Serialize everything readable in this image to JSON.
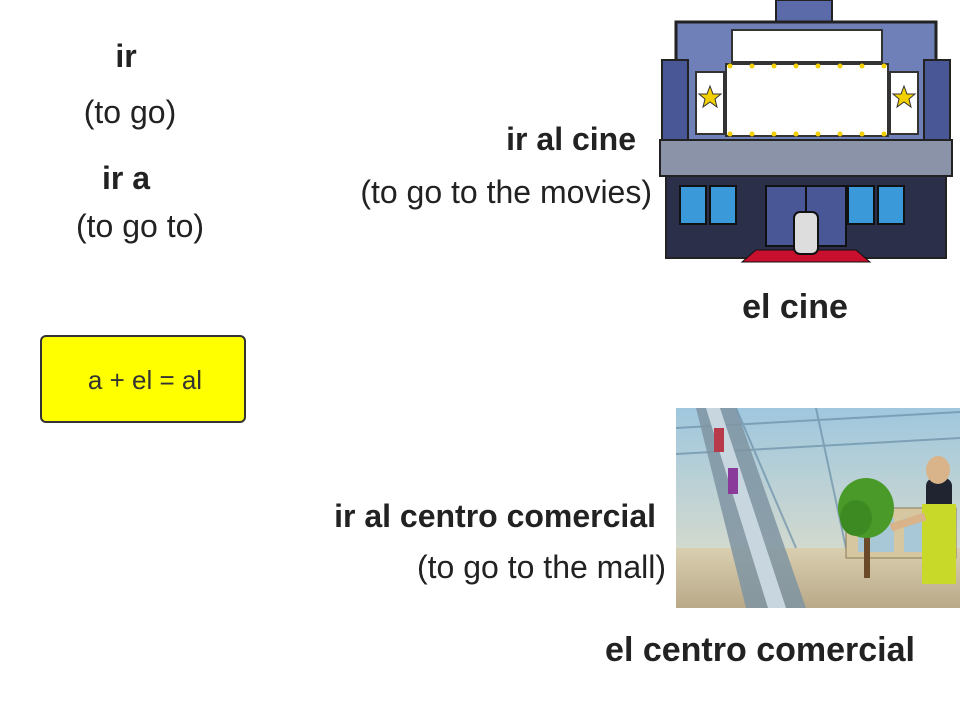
{
  "vocab": {
    "ir": {
      "word": "ir",
      "translation": "(to go)"
    },
    "ir_a": {
      "word": "ir a",
      "translation": "(to go to)"
    }
  },
  "rule": {
    "text": "a + el = al",
    "color": "#ffff00"
  },
  "cine": {
    "phrase": "ir al cine",
    "translation": "(to go to the movies)",
    "label": "el cine",
    "image_icon": "movie-theater-icon"
  },
  "mall": {
    "phrase": "ir al centro comercial",
    "translation": "(to go to the mall)",
    "label": "el centro comercial",
    "image_icon": "shopping-mall-photo"
  }
}
